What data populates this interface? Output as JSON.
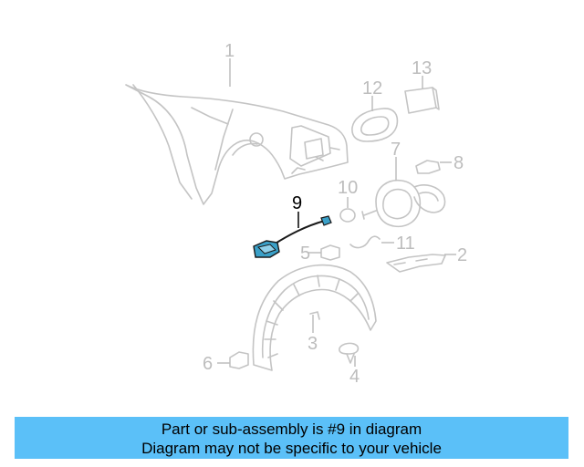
{
  "callouts": {
    "c1": "1",
    "c2": "2",
    "c3": "3",
    "c4": "4",
    "c5": "5",
    "c6": "6",
    "c7": "7",
    "c8": "8",
    "c9": "9",
    "c10": "10",
    "c11": "11",
    "c12": "12",
    "c13": "13"
  },
  "banner": {
    "line1": "Part or sub-assembly is #9 in diagram",
    "line2": "Diagram may not be specific to your vehicle"
  },
  "colors": {
    "banner_bg": "#5bc0f8",
    "highlight_part": "#3aa0c8",
    "inactive_line": "#c4c4c4"
  }
}
